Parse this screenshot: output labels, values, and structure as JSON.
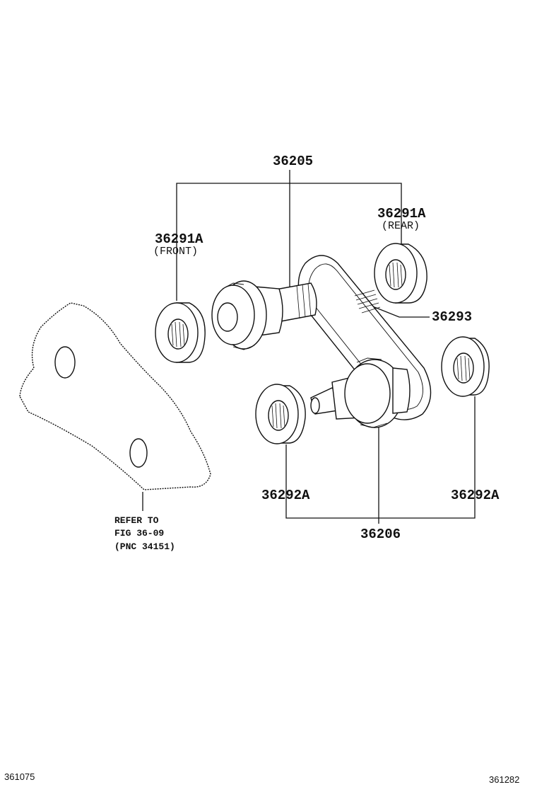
{
  "labels": {
    "p36205": "36205",
    "p36291a_rear": "36291A",
    "rear": "(REAR)",
    "p36291a_front": "36291A",
    "front": "(FRONT)",
    "p36293": "36293",
    "p36292a_left": "36292A",
    "p36292a_right": "36292A",
    "p36206": "36206",
    "refer_line1": "REFER TO",
    "refer_line2": "FIG 36-09",
    "refer_line3": "(PNC 34151)"
  },
  "footer": {
    "left_code": "361075",
    "right_code": "361282"
  }
}
